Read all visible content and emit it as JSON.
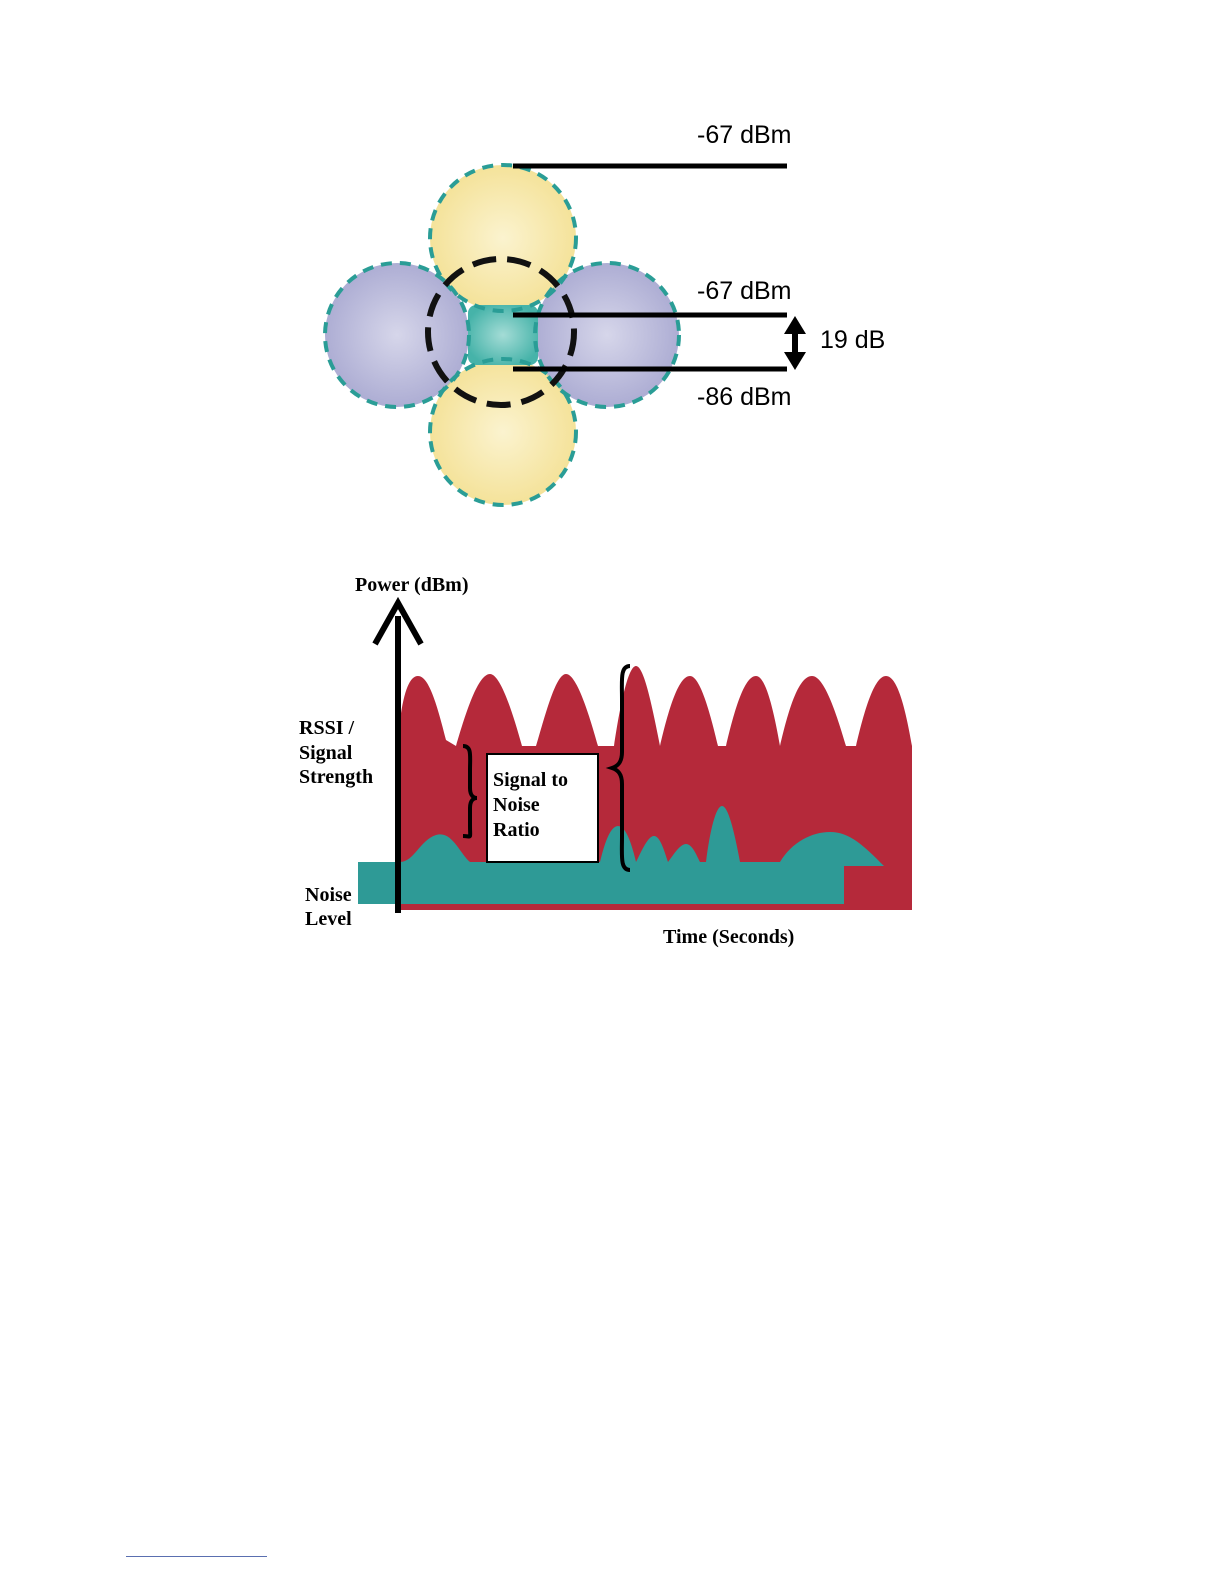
{
  "coverage_diagram": {
    "label_top": "-67 dBm",
    "label_mid": "-67 dBm",
    "label_bottom": "-86 dBm",
    "label_delta": "19 dB",
    "colors": {
      "yellow_cell": "#f6e7a6",
      "blue_cell": "#b9b9dc",
      "overlap": "#5fc2b8",
      "dash": "#2a9d96"
    }
  },
  "snr_diagram": {
    "y_axis_label": "Power (dBm)",
    "x_axis_label": "Time (Seconds)",
    "signal_label_line1": "RSSI /",
    "signal_label_line2": "Signal",
    "signal_label_line3": "Strength",
    "noise_label_line1": "Noise",
    "noise_label_line2": "Level",
    "snr_box_line1": "Signal to",
    "snr_box_line2": "Noise",
    "snr_box_line3": "Ratio",
    "colors": {
      "signal": "#b5293a",
      "noise": "#2e9a96"
    }
  }
}
